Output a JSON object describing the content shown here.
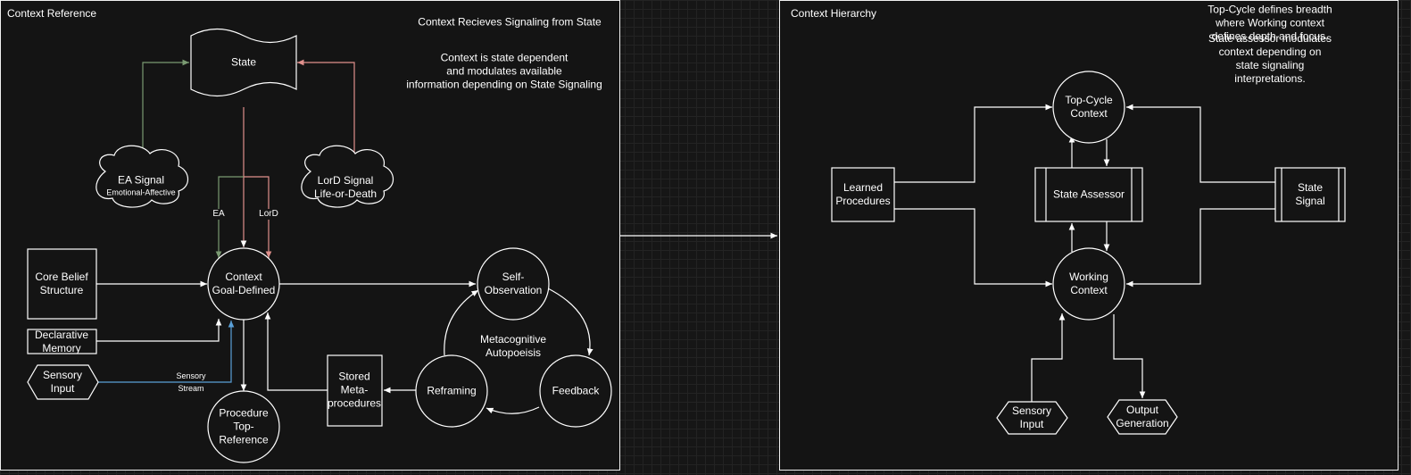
{
  "left_panel": {
    "title": "Context Reference",
    "note_1": "Context Recieves Signaling from State",
    "note_2": "Context is state dependent\nand modulates available\ninformation depending on State Signaling",
    "state": "State",
    "ea_signal_title": "EA Signal",
    "ea_signal_sub": "Emotional-Affective",
    "lord_signal": "LorD Signal\nLife-or-Death",
    "ea_label": "EA",
    "lord_label": "LorD",
    "core_belief": "Core Belief\nStructure",
    "declarative_memory": "Declarative\nMemory",
    "sensory_input": "Sensory\nInput",
    "sensory_stream": "Sensory\nStream",
    "context": "Context\nGoal-Defined",
    "procedure": "Procedure\nTop-\nReference",
    "self_observation": "Self-\nObservation",
    "metacognitive": "Metacognitive\nAutopoeisis",
    "feedback": "Feedback",
    "reframing": "Reframing",
    "stored_meta": "Stored\nMeta-\nprocedures"
  },
  "right_panel": {
    "title": "Context Hierarchy",
    "note_1": "Top-Cycle defines breadth where Working context\ndefines depth and focus.",
    "note_2": "State assessor modulates context depending on\nstate signaling interpretations.",
    "top_cycle": "Top-Cycle\nContext",
    "state_assessor": "State Assessor",
    "working_context": "Working\nContext",
    "learned_procedures": "Learned\nProcedures",
    "state_signal": "State\nSignal",
    "sensory_input": "Sensory\nInput",
    "output_generation": "Output\nGeneration"
  },
  "colors": {
    "ea_arrow": "#7a9a72",
    "lord_arrow": "#e0908c",
    "sensory_arrow": "#5aa0d8",
    "line": "#ffffff"
  }
}
